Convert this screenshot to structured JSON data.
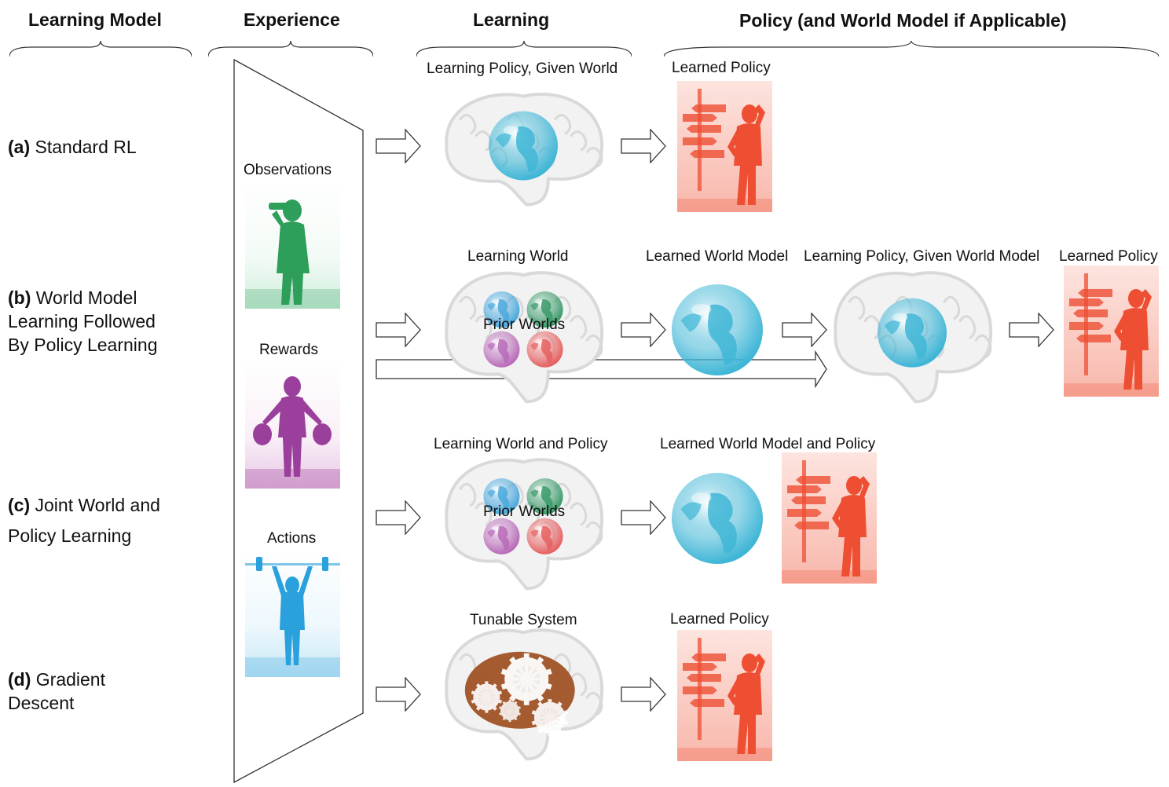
{
  "headers": {
    "learning_model": "Learning Model",
    "experience": "Experience",
    "learning": "Learning",
    "policy": "Policy (and World Model if Applicable)"
  },
  "rows": [
    {
      "tag": "(a)",
      "lines": [
        "Standard RL"
      ]
    },
    {
      "tag": "(b)",
      "lines": [
        "World Model",
        "Learning Followed",
        "By Policy Learning"
      ]
    },
    {
      "tag": "(c)",
      "lines": [
        "Joint World and",
        "Policy Learning"
      ]
    },
    {
      "tag": "(d)",
      "lines": [
        "Gradient",
        "Descent"
      ]
    }
  ],
  "experience": {
    "observations": "Observations",
    "rewards": "Rewards",
    "actions": "Actions"
  },
  "captions": {
    "a_learning": "Learning Policy, Given World",
    "a_policy": "Learned Policy",
    "b_learning": "Learning World",
    "b_world_model": "Learned World Model",
    "b_learning_policy": "Learning Policy, Given World Model",
    "b_policy": "Learned Policy",
    "b_prior": "Prior Worlds",
    "c_learning": "Learning World and Policy",
    "c_learned": "Learned World Model and Policy",
    "c_prior": "Prior Worlds",
    "d_learning": "Tunable System",
    "d_policy": "Learned Policy"
  },
  "colors": {
    "brain": "#d9d9d9",
    "globe": "#3fb6d6",
    "prior_blue": "#4aa8dc",
    "prior_green": "#3a9a6a",
    "prior_purple": "#b86ab8",
    "prior_red": "#e66060",
    "policy_red": "#ee4f33",
    "observations_green": "#2e9e5b",
    "rewards_purple": "#9b3f9d",
    "actions_blue": "#2aa0dc",
    "gears_brown": "#9b4a1b"
  }
}
